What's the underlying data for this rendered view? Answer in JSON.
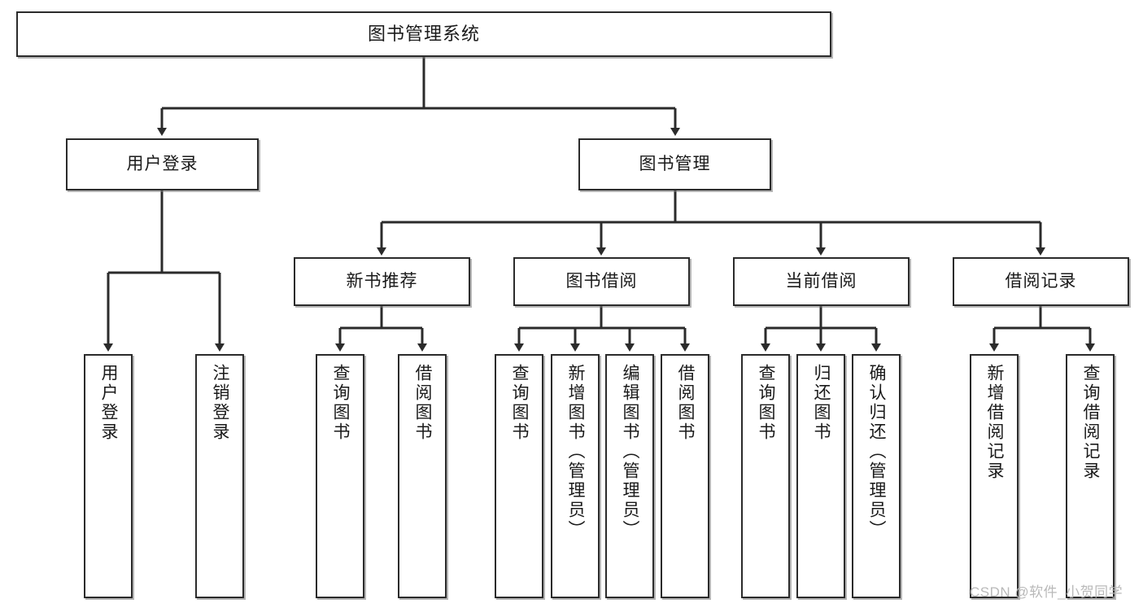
{
  "diagram": {
    "type": "tree",
    "title": "图书管理系统",
    "orientation": "top-down",
    "colors": {
      "box_border": "#2b2b2b",
      "box_fill": "#ffffff",
      "connector": "#2b2b2b",
      "text": "#1a1a1a",
      "watermark": "#b9b9b9"
    },
    "nodes": {
      "root": {
        "label": "图书管理系统",
        "level": 1
      },
      "user_login": {
        "label": "用户登录",
        "level": 2
      },
      "book_manage": {
        "label": "图书管理",
        "level": 2
      },
      "new_book_rec": {
        "label": "新书推荐",
        "level": 3
      },
      "book_borrow": {
        "label": "图书借阅",
        "level": 3
      },
      "current_borrow": {
        "label": "当前借阅",
        "level": 3
      },
      "borrow_record": {
        "label": "借阅记录",
        "level": 3
      },
      "leaf_user_login": {
        "label": "用户登录",
        "level": 4
      },
      "leaf_logout": {
        "label": "注销登录",
        "level": 4
      },
      "leaf_query_book_1": {
        "label": "查询图书",
        "level": 4
      },
      "leaf_borrow_book_1": {
        "label": "借阅图书",
        "level": 4
      },
      "leaf_query_book_2": {
        "label": "查询图书",
        "level": 4
      },
      "leaf_add_book": {
        "label": "新增图书（管理员）",
        "level": 4
      },
      "leaf_edit_book": {
        "label": "编辑图书（管理员）",
        "level": 4
      },
      "leaf_borrow_book_2": {
        "label": "借阅图书",
        "level": 4
      },
      "leaf_query_book_3": {
        "label": "查询图书",
        "level": 4
      },
      "leaf_return_book": {
        "label": "归还图书",
        "level": 4
      },
      "leaf_confirm_return": {
        "label": "确认归还（管理员）",
        "level": 4
      },
      "leaf_add_record": {
        "label": "新增借阅记录",
        "level": 4
      },
      "leaf_query_record": {
        "label": "查询借阅记录",
        "level": 4
      }
    },
    "edges": [
      {
        "from": "root",
        "to": "user_login"
      },
      {
        "from": "root",
        "to": "book_manage"
      },
      {
        "from": "user_login",
        "to": "leaf_user_login"
      },
      {
        "from": "user_login",
        "to": "leaf_logout"
      },
      {
        "from": "book_manage",
        "to": "new_book_rec"
      },
      {
        "from": "book_manage",
        "to": "book_borrow"
      },
      {
        "from": "book_manage",
        "to": "current_borrow"
      },
      {
        "from": "book_manage",
        "to": "borrow_record"
      },
      {
        "from": "new_book_rec",
        "to": "leaf_query_book_1"
      },
      {
        "from": "new_book_rec",
        "to": "leaf_borrow_book_1"
      },
      {
        "from": "book_borrow",
        "to": "leaf_query_book_2"
      },
      {
        "from": "book_borrow",
        "to": "leaf_add_book"
      },
      {
        "from": "book_borrow",
        "to": "leaf_edit_book"
      },
      {
        "from": "book_borrow",
        "to": "leaf_borrow_book_2"
      },
      {
        "from": "current_borrow",
        "to": "leaf_query_book_3"
      },
      {
        "from": "current_borrow",
        "to": "leaf_return_book"
      },
      {
        "from": "current_borrow",
        "to": "leaf_confirm_return"
      },
      {
        "from": "borrow_record",
        "to": "leaf_add_record"
      },
      {
        "from": "borrow_record",
        "to": "leaf_query_record"
      }
    ]
  },
  "watermark": {
    "text": "CSDN @软件_小贺同学"
  }
}
